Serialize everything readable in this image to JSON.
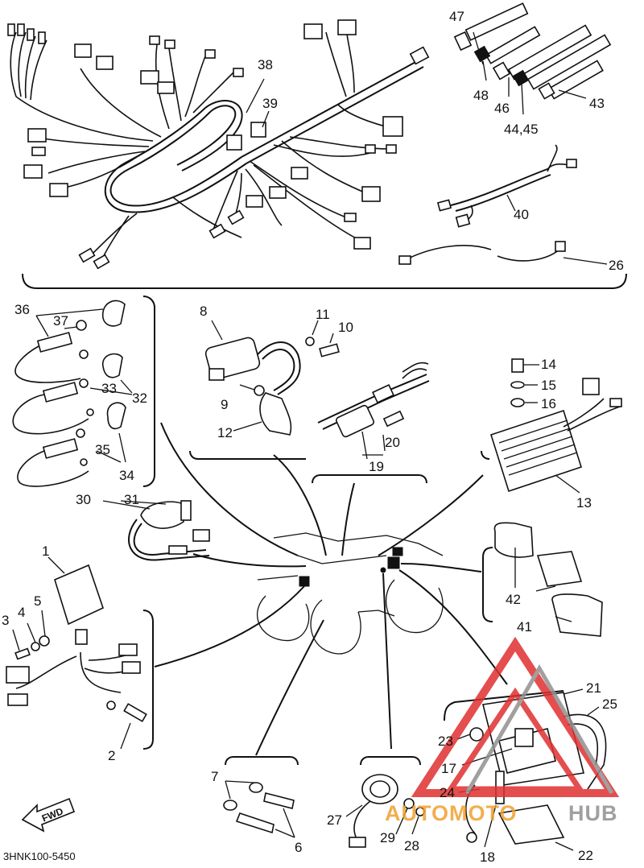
{
  "diagram": {
    "drawing_code": "3HNK100-5450",
    "direction_marker": "FWD",
    "watermark": {
      "text_orange": "AUTOMOTO",
      "text_gray": "HUB",
      "color_orange": "#f0a030",
      "color_gray": "#909090",
      "color_red": "#e03030"
    },
    "callouts": {
      "c1": "1",
      "c2": "2",
      "c3": "3",
      "c4": "4",
      "c5": "5",
      "c6": "6",
      "c7": "7",
      "c8": "8",
      "c9": "9",
      "c10": "10",
      "c11": "11",
      "c12": "12",
      "c13": "13",
      "c14": "14",
      "c15": "15",
      "c16": "16",
      "c17": "17",
      "c18": "18",
      "c19": "19",
      "c20": "20",
      "c21": "21",
      "c22": "22",
      "c23": "23",
      "c24": "24",
      "c25": "25",
      "c26": "26",
      "c27": "27",
      "c28": "28",
      "c29": "29",
      "c30": "30",
      "c31": "31",
      "c32": "32",
      "c33": "33",
      "c34": "34",
      "c35": "35",
      "c36": "36",
      "c37": "37",
      "c38": "38",
      "c39": "39",
      "c40": "40",
      "c41": "41",
      "c42": "42",
      "c43": "43",
      "c4445": "44,45",
      "c46": "46",
      "c47": "47",
      "c48": "48"
    }
  }
}
